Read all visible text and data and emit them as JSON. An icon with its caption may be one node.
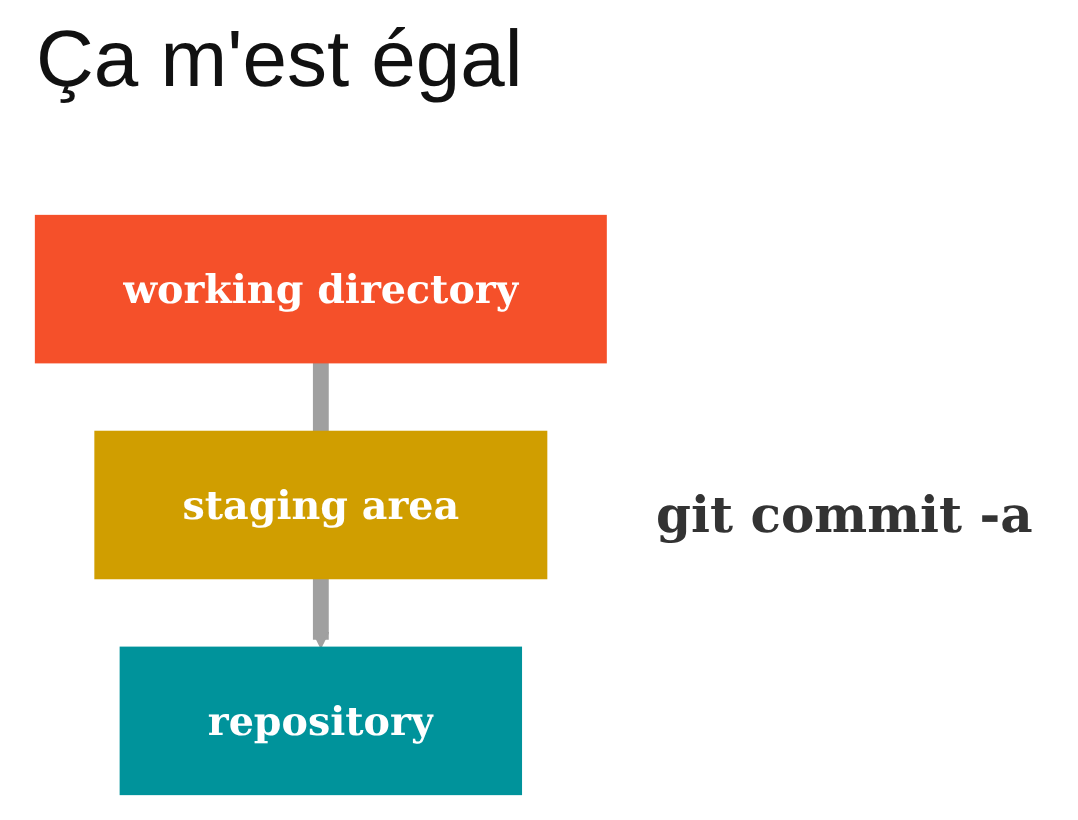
{
  "diagram": {
    "title": "Ça m'est égal",
    "nodes": [
      {
        "text": [
          "working directory"
        ]
      },
      {
        "text": [
          "staging area"
        ]
      },
      {
        "text": [
          "repository"
        ]
      }
    ],
    "edges": [
      {
        "from": 0,
        "to": 1,
        "arrow": "none"
      },
      {
        "from": 1,
        "to": 2,
        "arrow": "to"
      }
    ],
    "labels": [
      "git commit -a"
    ]
  }
}
